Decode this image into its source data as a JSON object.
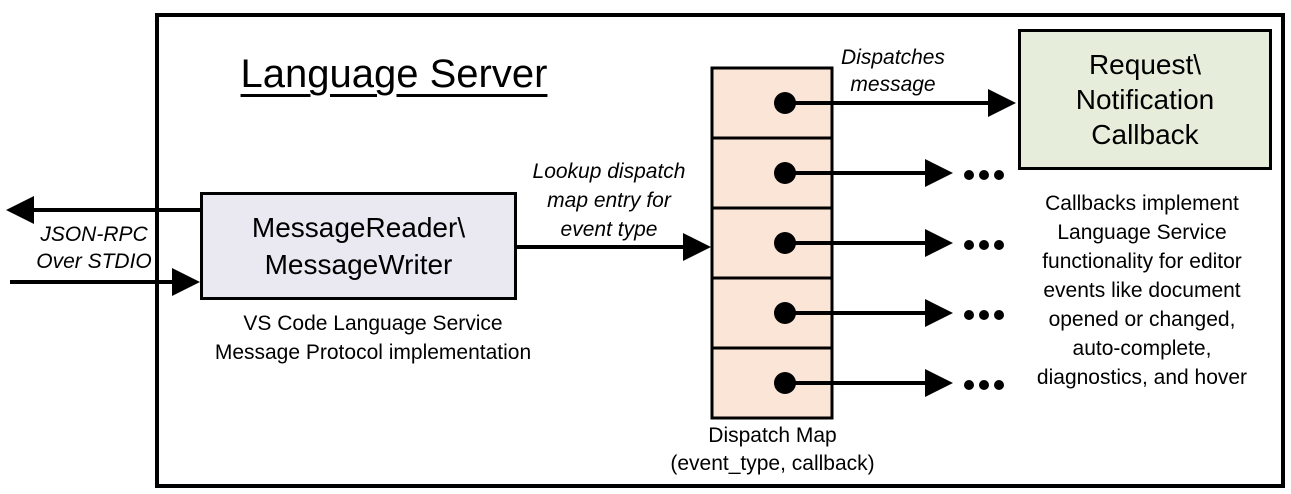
{
  "title": "Language Server",
  "io_label": {
    "lines": [
      "JSON-RPC",
      "Over STDIO"
    ]
  },
  "reader_box": {
    "lines": [
      "MessageReader\\",
      "MessageWriter"
    ]
  },
  "reader_caption": {
    "lines": [
      "VS Code Language Service",
      "Message Protocol implementation"
    ]
  },
  "lookup_label": {
    "lines": [
      "Lookup dispatch",
      "map entry for",
      "event type"
    ]
  },
  "dispatches_label": {
    "lines": [
      "Dispatches",
      "message"
    ]
  },
  "callback_box": {
    "lines": [
      "Request\\",
      "Notification",
      "Callback"
    ]
  },
  "callbacks_note": {
    "lines": [
      "Callbacks implement",
      "Language Service",
      "functionality for editor",
      "events like document",
      "opened or changed,",
      "auto-complete,",
      "diagnostics, and hover"
    ]
  },
  "dispatch_map_caption": {
    "lines": [
      "Dispatch Map",
      "(event_type, callback)"
    ]
  },
  "dispatch_map": {
    "cell_count": 5
  },
  "icons": {
    "ellipsis": "..."
  },
  "colors": {
    "reader_fill": "#eae9f2",
    "dispatch_cell_fill": "#fbe5d6",
    "callback_fill": "#e6eedb",
    "stroke": "#000000",
    "background": "#ffffff"
  }
}
